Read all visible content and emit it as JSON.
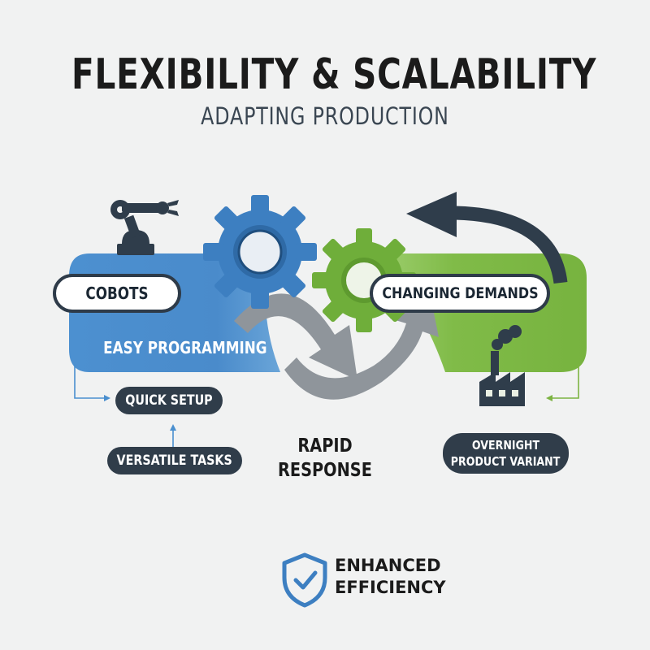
{
  "title": "FLEXIBILITY & SCALABILITY",
  "subtitle": "ADAPTING PRODUCTION",
  "left_band": {
    "pill_label": "COBOTS",
    "caption": "EASY PROGRAMMING",
    "color": "#4a8fcf"
  },
  "right_band": {
    "pill_label": "CHANGING DEMANDS",
    "color": "#7cb342"
  },
  "left_notes": {
    "quick_setup": "QUICK SETUP",
    "versatile_tasks": "VERSATILE TASKS"
  },
  "center_label": {
    "line1": "RAPID",
    "line2": "RESPONSE"
  },
  "right_note": {
    "line1": "OVERNIGHT",
    "line2": "PRODUCT VARIANT"
  },
  "footer": {
    "line1": "ENHANCED",
    "line2": "EFFICIENCY"
  },
  "icons": {
    "robot_arm": "robot-arm-icon",
    "blue_gear": "gear-icon",
    "green_gear": "gear-icon",
    "factory": "factory-icon",
    "shield": "shield-check-icon",
    "cycle_arrows": "cycle-arrows-icon",
    "curved_arrow": "curved-arrow-icon"
  }
}
